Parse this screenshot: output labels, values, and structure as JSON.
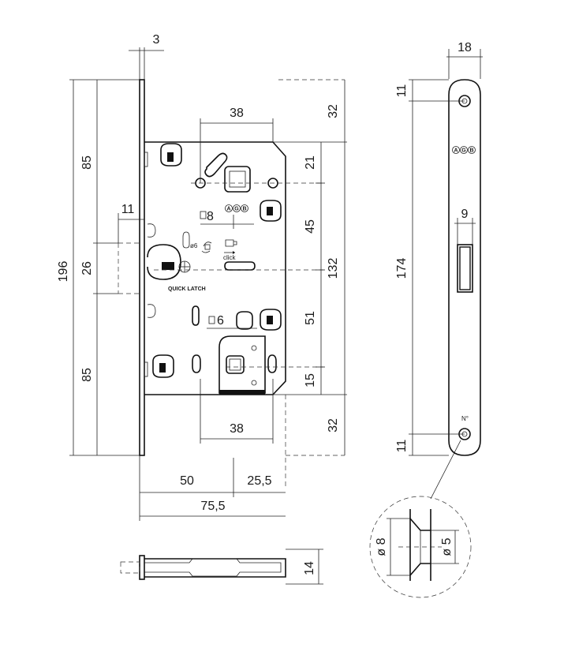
{
  "diagram": {
    "dimensions": {
      "faceplate_thickness": "3",
      "top_width_38": "38",
      "bottom_width_38": "38",
      "left_85_top": "85",
      "left_196": "196",
      "left_26": "26",
      "left_85_bottom": "85",
      "offset_11": "11",
      "dia_8": "8",
      "dia_6": "6",
      "right_32_top": "32",
      "right_21": "21",
      "right_45": "45",
      "right_132": "132",
      "right_51": "51",
      "right_15": "15",
      "right_32_bottom": "32",
      "width_50": "50",
      "width_25_5": "25,5",
      "width_75_5": "75,5",
      "height_14": "14",
      "plate_width_18": "18",
      "plate_11_top": "11",
      "plate_174": "174",
      "plate_11_bottom": "11",
      "latch_width_9": "9",
      "detail_dia_8": "ø 8",
      "detail_dia_5": "ø 5"
    },
    "labels": {
      "quick_latch": "QUICK LATCH",
      "click": "click",
      "dia6_small": "ø6",
      "agb_a": "A",
      "agb_g": "G",
      "agb_b": "B",
      "number_mark": "N°"
    }
  }
}
